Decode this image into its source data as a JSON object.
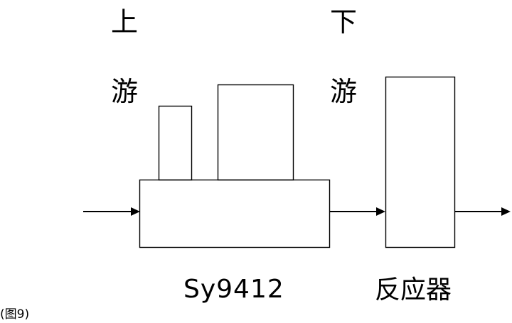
{
  "labels": {
    "upstream_char1": "上",
    "upstream_char2": "游",
    "downstream_char1": "下",
    "downstream_char2": "游",
    "device": "Sy9412",
    "reactor": "反应器",
    "figure_caption": "(图9)"
  }
}
